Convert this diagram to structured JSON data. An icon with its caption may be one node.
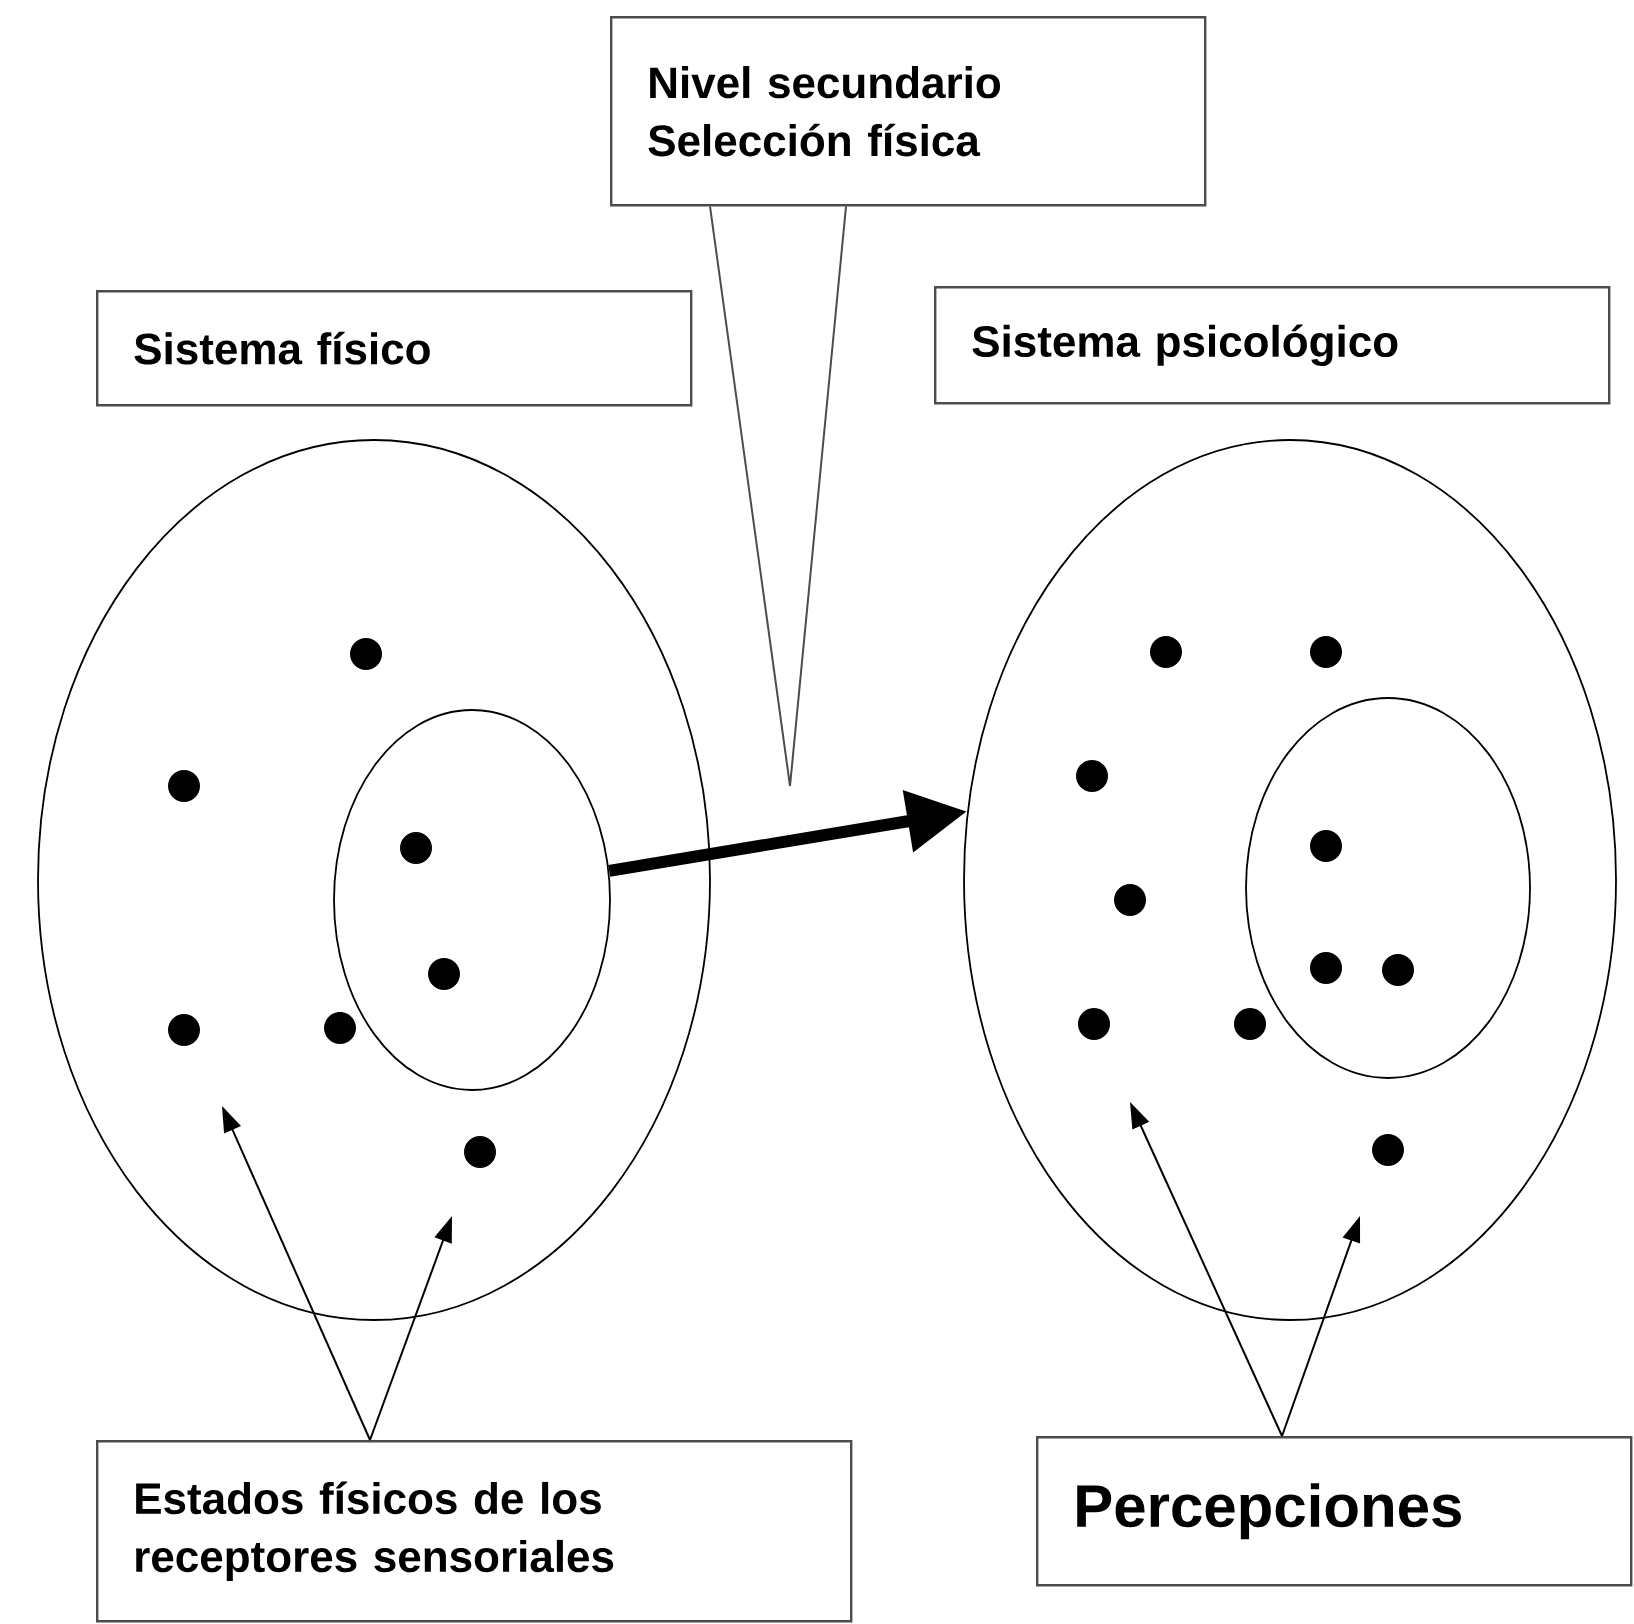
{
  "diagram": {
    "nodes": [
      {
        "text": [
          "Nivel secundario Selección física"
        ]
      },
      {
        "text": [
          "Sistema físico"
        ]
      },
      {
        "text": [
          "Sistema psicológico"
        ]
      },
      {
        "text": [],
        "shape": "ellipse"
      },
      {
        "text": [],
        "shape": "ellipse",
        "in": 3
      },
      {
        "text": [],
        "shape": "ellipse"
      },
      {
        "text": [],
        "shape": "ellipse",
        "in": 5
      },
      {
        "text": [
          "Estados físicos de los receptores sensoriales"
        ]
      },
      {
        "text": [
          "Percepciones"
        ]
      }
    ],
    "edges": [
      {
        "from": 4,
        "to": 5,
        "arrow": "to",
        "style": "thick"
      },
      {
        "from": 0,
        "to": null,
        "arrow": "none"
      },
      {
        "from": 7,
        "to": null,
        "arrow": "to"
      },
      {
        "from": 7,
        "to": null,
        "arrow": "to"
      },
      {
        "from": 8,
        "to": null,
        "arrow": "to"
      },
      {
        "from": 8,
        "to": null,
        "arrow": "to"
      }
    ]
  }
}
